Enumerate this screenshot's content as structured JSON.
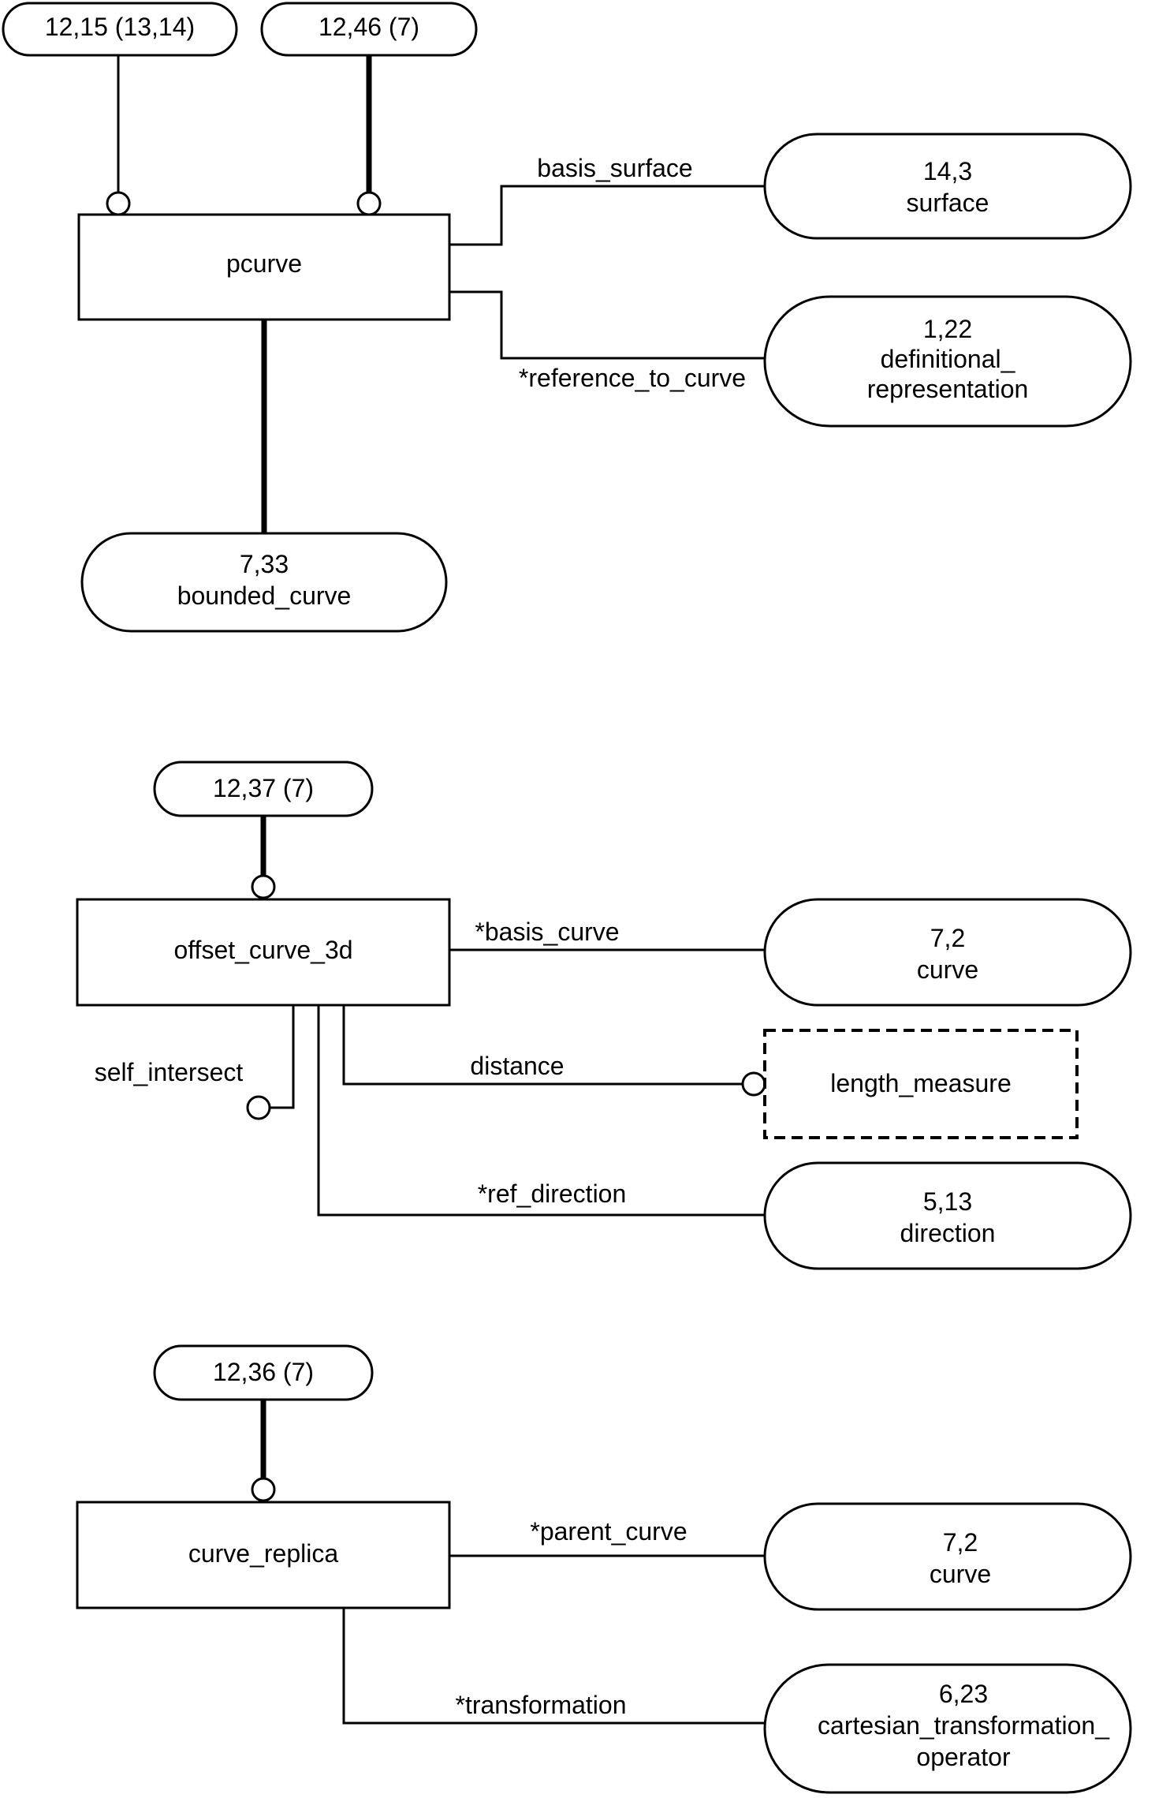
{
  "pcurve_diagram": {
    "entity": "pcurve",
    "ref_top_left": "12,15 (13,14)",
    "ref_top_right": "12,46 (7)",
    "attr_basis_surface": "basis_surface",
    "target_surface": [
      "14,3",
      "surface"
    ],
    "attr_reference_to_curve": "*reference_to_curve",
    "target_definitional_representation": [
      "1,22",
      "definitional_",
      "representation"
    ],
    "supertype_bounded_curve": [
      "7,33",
      "bounded_curve"
    ]
  },
  "offset_curve_diagram": {
    "entity": "offset_curve_3d",
    "ref_top": "12,37 (7)",
    "attr_basis_curve": "*basis_curve",
    "target_curve": [
      "7,2",
      "curve"
    ],
    "attr_self_intersect": "self_intersect",
    "attr_distance": "distance",
    "target_length_measure": "length_measure",
    "attr_ref_direction": "*ref_direction",
    "target_direction": [
      "5,13",
      "direction"
    ]
  },
  "curve_replica_diagram": {
    "entity": "curve_replica",
    "ref_top": "12,36 (7)",
    "attr_parent_curve": "*parent_curve",
    "target_curve": [
      "7,2",
      "curve"
    ],
    "attr_transformation": "*transformation",
    "target_operator": [
      "6,23",
      "cartesian_transformation_",
      "operator"
    ]
  }
}
